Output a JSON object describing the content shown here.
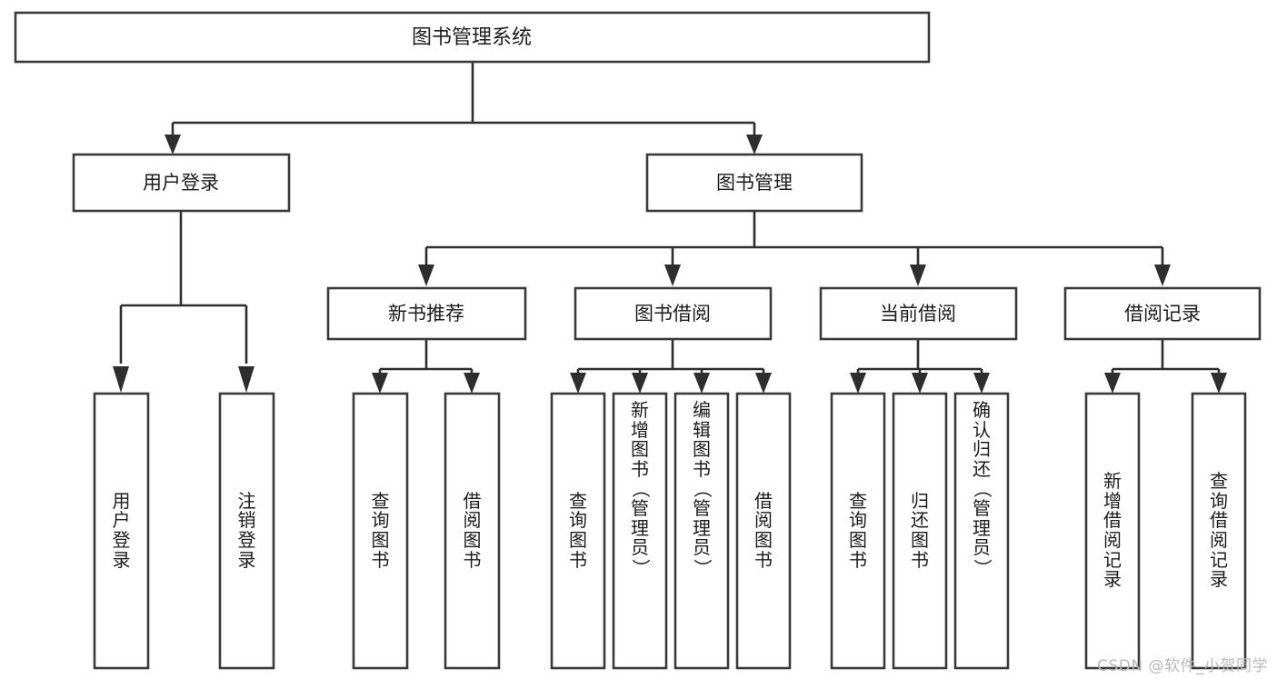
{
  "diagram": {
    "type": "tree-hierarchy",
    "title": "图书管理系统",
    "orientation": "top-down",
    "colors": {
      "box_stroke": "#3a3a3a",
      "box_fill": "#ffffff",
      "connector": "#2e2e2e",
      "text": "#1c1c1c",
      "watermark": "#b9b9b9",
      "background": "#ffffff"
    },
    "root": {
      "label": "图书管理系统"
    },
    "level2": [
      {
        "label": "用户登录"
      },
      {
        "label": "图书管理"
      }
    ],
    "level3": [
      {
        "label": "新书推荐"
      },
      {
        "label": "图书借阅"
      },
      {
        "label": "当前借阅"
      },
      {
        "label": "借阅记录"
      }
    ],
    "leaves": {
      "user_login": [
        {
          "label": "用户登录",
          "chars": [
            "用",
            "户",
            "登",
            "录"
          ]
        },
        {
          "label": "注销登录",
          "chars": [
            "注",
            "销",
            "登",
            "录"
          ]
        }
      ],
      "new_book_recommend": [
        {
          "label": "查询图书",
          "chars": [
            "查",
            "询",
            "图",
            "书"
          ]
        },
        {
          "label": "借阅图书",
          "chars": [
            "借",
            "阅",
            "图",
            "书"
          ]
        }
      ],
      "book_borrow": [
        {
          "label": "查询图书",
          "chars": [
            "查",
            "询",
            "图",
            "书"
          ]
        },
        {
          "label": "新增图书（管理员）",
          "chars": [
            "新",
            "增",
            "图",
            "书",
            "（",
            "管",
            "理",
            "员",
            "）"
          ]
        },
        {
          "label": "编辑图书（管理员）",
          "chars": [
            "编",
            "辑",
            "图",
            "书",
            "（",
            "管",
            "理",
            "员",
            "）"
          ]
        },
        {
          "label": "借阅图书",
          "chars": [
            "借",
            "阅",
            "图",
            "书"
          ]
        }
      ],
      "current_borrow": [
        {
          "label": "查询图书",
          "chars": [
            "查",
            "询",
            "图",
            "书"
          ]
        },
        {
          "label": "归还图书",
          "chars": [
            "归",
            "还",
            "图",
            "书"
          ]
        },
        {
          "label": "确认归还（管理员）",
          "chars": [
            "确",
            "认",
            "归",
            "还",
            "（",
            "管",
            "理",
            "员",
            "）"
          ]
        }
      ],
      "borrow_record": [
        {
          "label": "新增借阅记录",
          "chars": [
            "新",
            "增",
            "借",
            "阅",
            "记",
            "录"
          ]
        },
        {
          "label": "查询借阅记录",
          "chars": [
            "查",
            "询",
            "借",
            "阅",
            "记",
            "录"
          ]
        }
      ]
    },
    "watermark": "CSDN @软件_小贺同学"
  }
}
